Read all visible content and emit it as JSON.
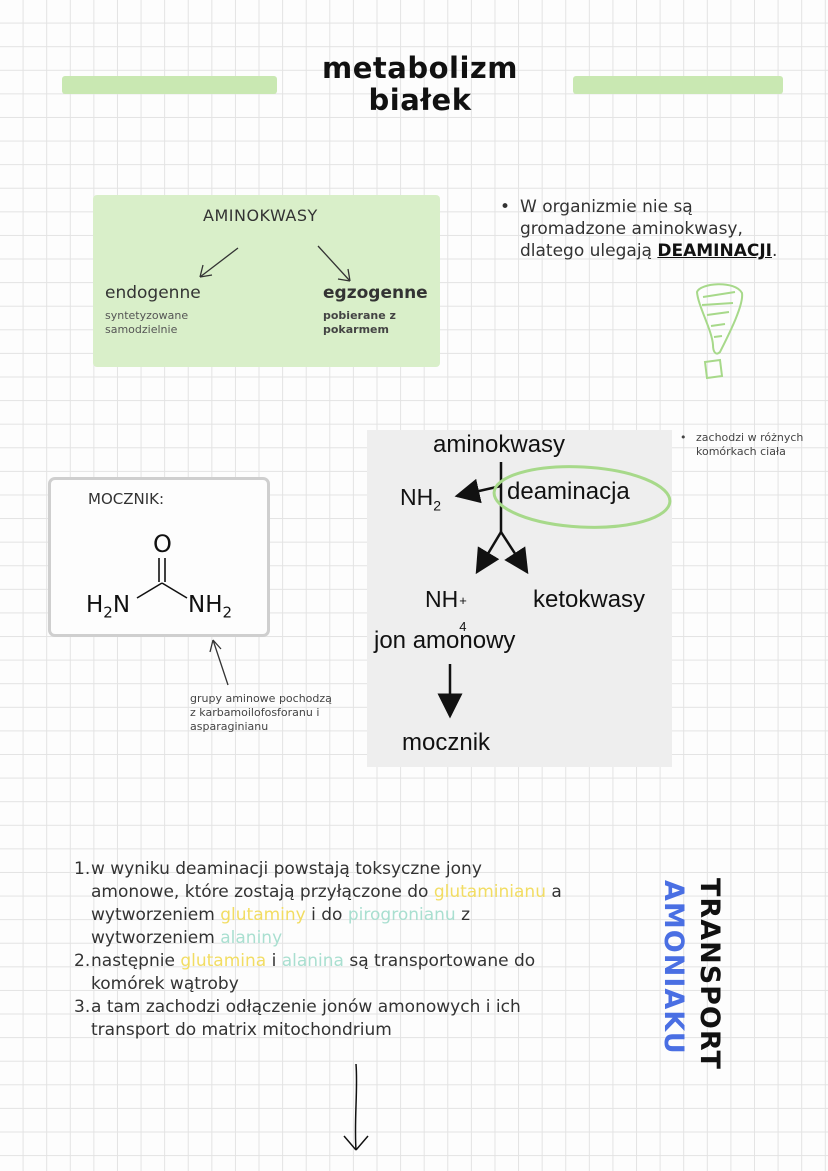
{
  "title": {
    "line1": "metabolizm",
    "line2": "białek"
  },
  "aminokwasy_box": {
    "heading": "AMINOKWASY",
    "endogenne": {
      "label": "endogenne",
      "desc": "syntetyzowane samodzielnie"
    },
    "egzogenne": {
      "label": "egzogenne",
      "desc": "pobierane z pokarmem"
    }
  },
  "bullet": {
    "marker": "•",
    "text": "W organizmie nie są gromadzone aminokwasy, dlatego ulegają ",
    "emphasis": "DEAMINACJI",
    "suffix": "."
  },
  "mocznik": {
    "label": "MOCZNIK:",
    "o": "O",
    "h2n": "H2N",
    "nh2": "NH2"
  },
  "grupy_note": "grupy aminowe pochodzą z karbamoilofosforanu i asparaginianu",
  "deamination_diagram": {
    "top": "aminokwasy",
    "process": "deaminacja",
    "nh2": "NH",
    "nh2_sub": "2",
    "nh4": "NH",
    "nh4_sub": "4",
    "nh4_sup": "+",
    "keto": "ketokwasy",
    "ion": "jon amonowy",
    "end": "mocznik"
  },
  "side_note": {
    "marker": "•",
    "text": "zachodzi w różnych komórkach ciała"
  },
  "list": [
    {
      "num": "1.",
      "parts": [
        {
          "t": "w wyniku deaminacji powstają toksyczne jony amonowe, które zostają przyłączone do ",
          "c": ""
        },
        {
          "t": "glutaminianu",
          "c": "y"
        },
        {
          "t": " a wytworzeniem ",
          "c": ""
        },
        {
          "t": "glutaminy",
          "c": "y"
        },
        {
          "t": " i do ",
          "c": ""
        },
        {
          "t": "pirogronianu",
          "c": "m"
        },
        {
          "t": " z wytworzeniem ",
          "c": ""
        },
        {
          "t": "alaniny",
          "c": "m"
        }
      ]
    },
    {
      "num": "2.",
      "parts": [
        {
          "t": "następnie ",
          "c": ""
        },
        {
          "t": "glutamina",
          "c": "y"
        },
        {
          "t": " i ",
          "c": ""
        },
        {
          "t": "alanina",
          "c": "m"
        },
        {
          "t": " są transportowane do komórek wątroby",
          "c": ""
        }
      ]
    },
    {
      "num": "3.",
      "parts": [
        {
          "t": "a tam zachodzi odłączenie jonów amonowych i ich transport do matrix mitochondrium",
          "c": ""
        }
      ]
    }
  ],
  "vertical": {
    "line1": "TRANSPORT",
    "line2": "AMONIAKU"
  },
  "colors": {
    "highlight_green": "#c9e8b2",
    "box_green": "#d9efc9",
    "glutamine_yellow": "#f2dd63",
    "alanine_mint": "#a9dfd0",
    "blue": "#4a6fe3",
    "ring_green": "#a7d98a"
  }
}
